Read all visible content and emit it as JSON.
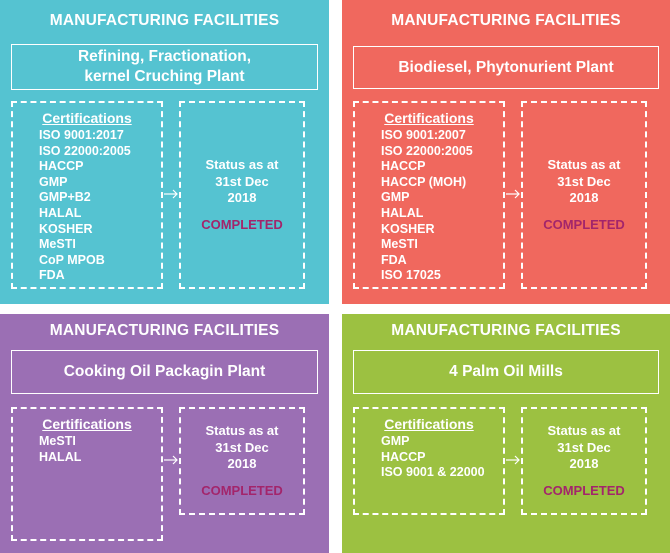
{
  "colors": {
    "teal": "#55c3d1",
    "coral": "#f0685e",
    "purple": "#9b6fb4",
    "green": "#9cc141",
    "completed_text": "#a3256b",
    "text": "#ffffff"
  },
  "panels": [
    {
      "title": "MANUFACTURING FACILITIES",
      "plant": "Refining, Fractionation,\nkernel Cruching Plant",
      "certifications_title": "Certifications",
      "certifications": [
        "ISO 9001:2017",
        "ISO 22000:2005",
        "HACCP",
        "GMP",
        "GMP+B2",
        "HALAL",
        "KOSHER",
        "MeSTI",
        "CoP MPOB",
        "FDA"
      ],
      "status": "Status as at\n31st Dec\n2018",
      "completed": "COMPLETED"
    },
    {
      "title": "MANUFACTURING FACILITIES",
      "plant": "Biodiesel, Phytonurient Plant",
      "certifications_title": "Certifications",
      "certifications": [
        "ISO 9001:2007",
        "ISO 22000:2005",
        "HACCP",
        "HACCP (MOH)",
        "GMP",
        "HALAL",
        "KOSHER",
        "MeSTI",
        "FDA",
        "ISO 17025"
      ],
      "status": "Status as at\n31st Dec\n2018",
      "completed": "COMPLETED"
    },
    {
      "title": "MANUFACTURING FACILITIES",
      "plant": "Cooking Oil Packagin Plant",
      "certifications_title": "Certifications",
      "certifications": [
        "MeSTI",
        "HALAL"
      ],
      "status": "Status as at\n31st Dec\n2018",
      "completed": "COMPLETED"
    },
    {
      "title": "MANUFACTURING FACILITIES",
      "plant": "4 Palm Oil Mills",
      "certifications_title": "Certifications",
      "certifications": [
        "GMP",
        "HACCP",
        "ISO 9001 & 22000"
      ],
      "status": "Status as at\n31st Dec\n2018",
      "completed": "COMPLETED"
    }
  ]
}
